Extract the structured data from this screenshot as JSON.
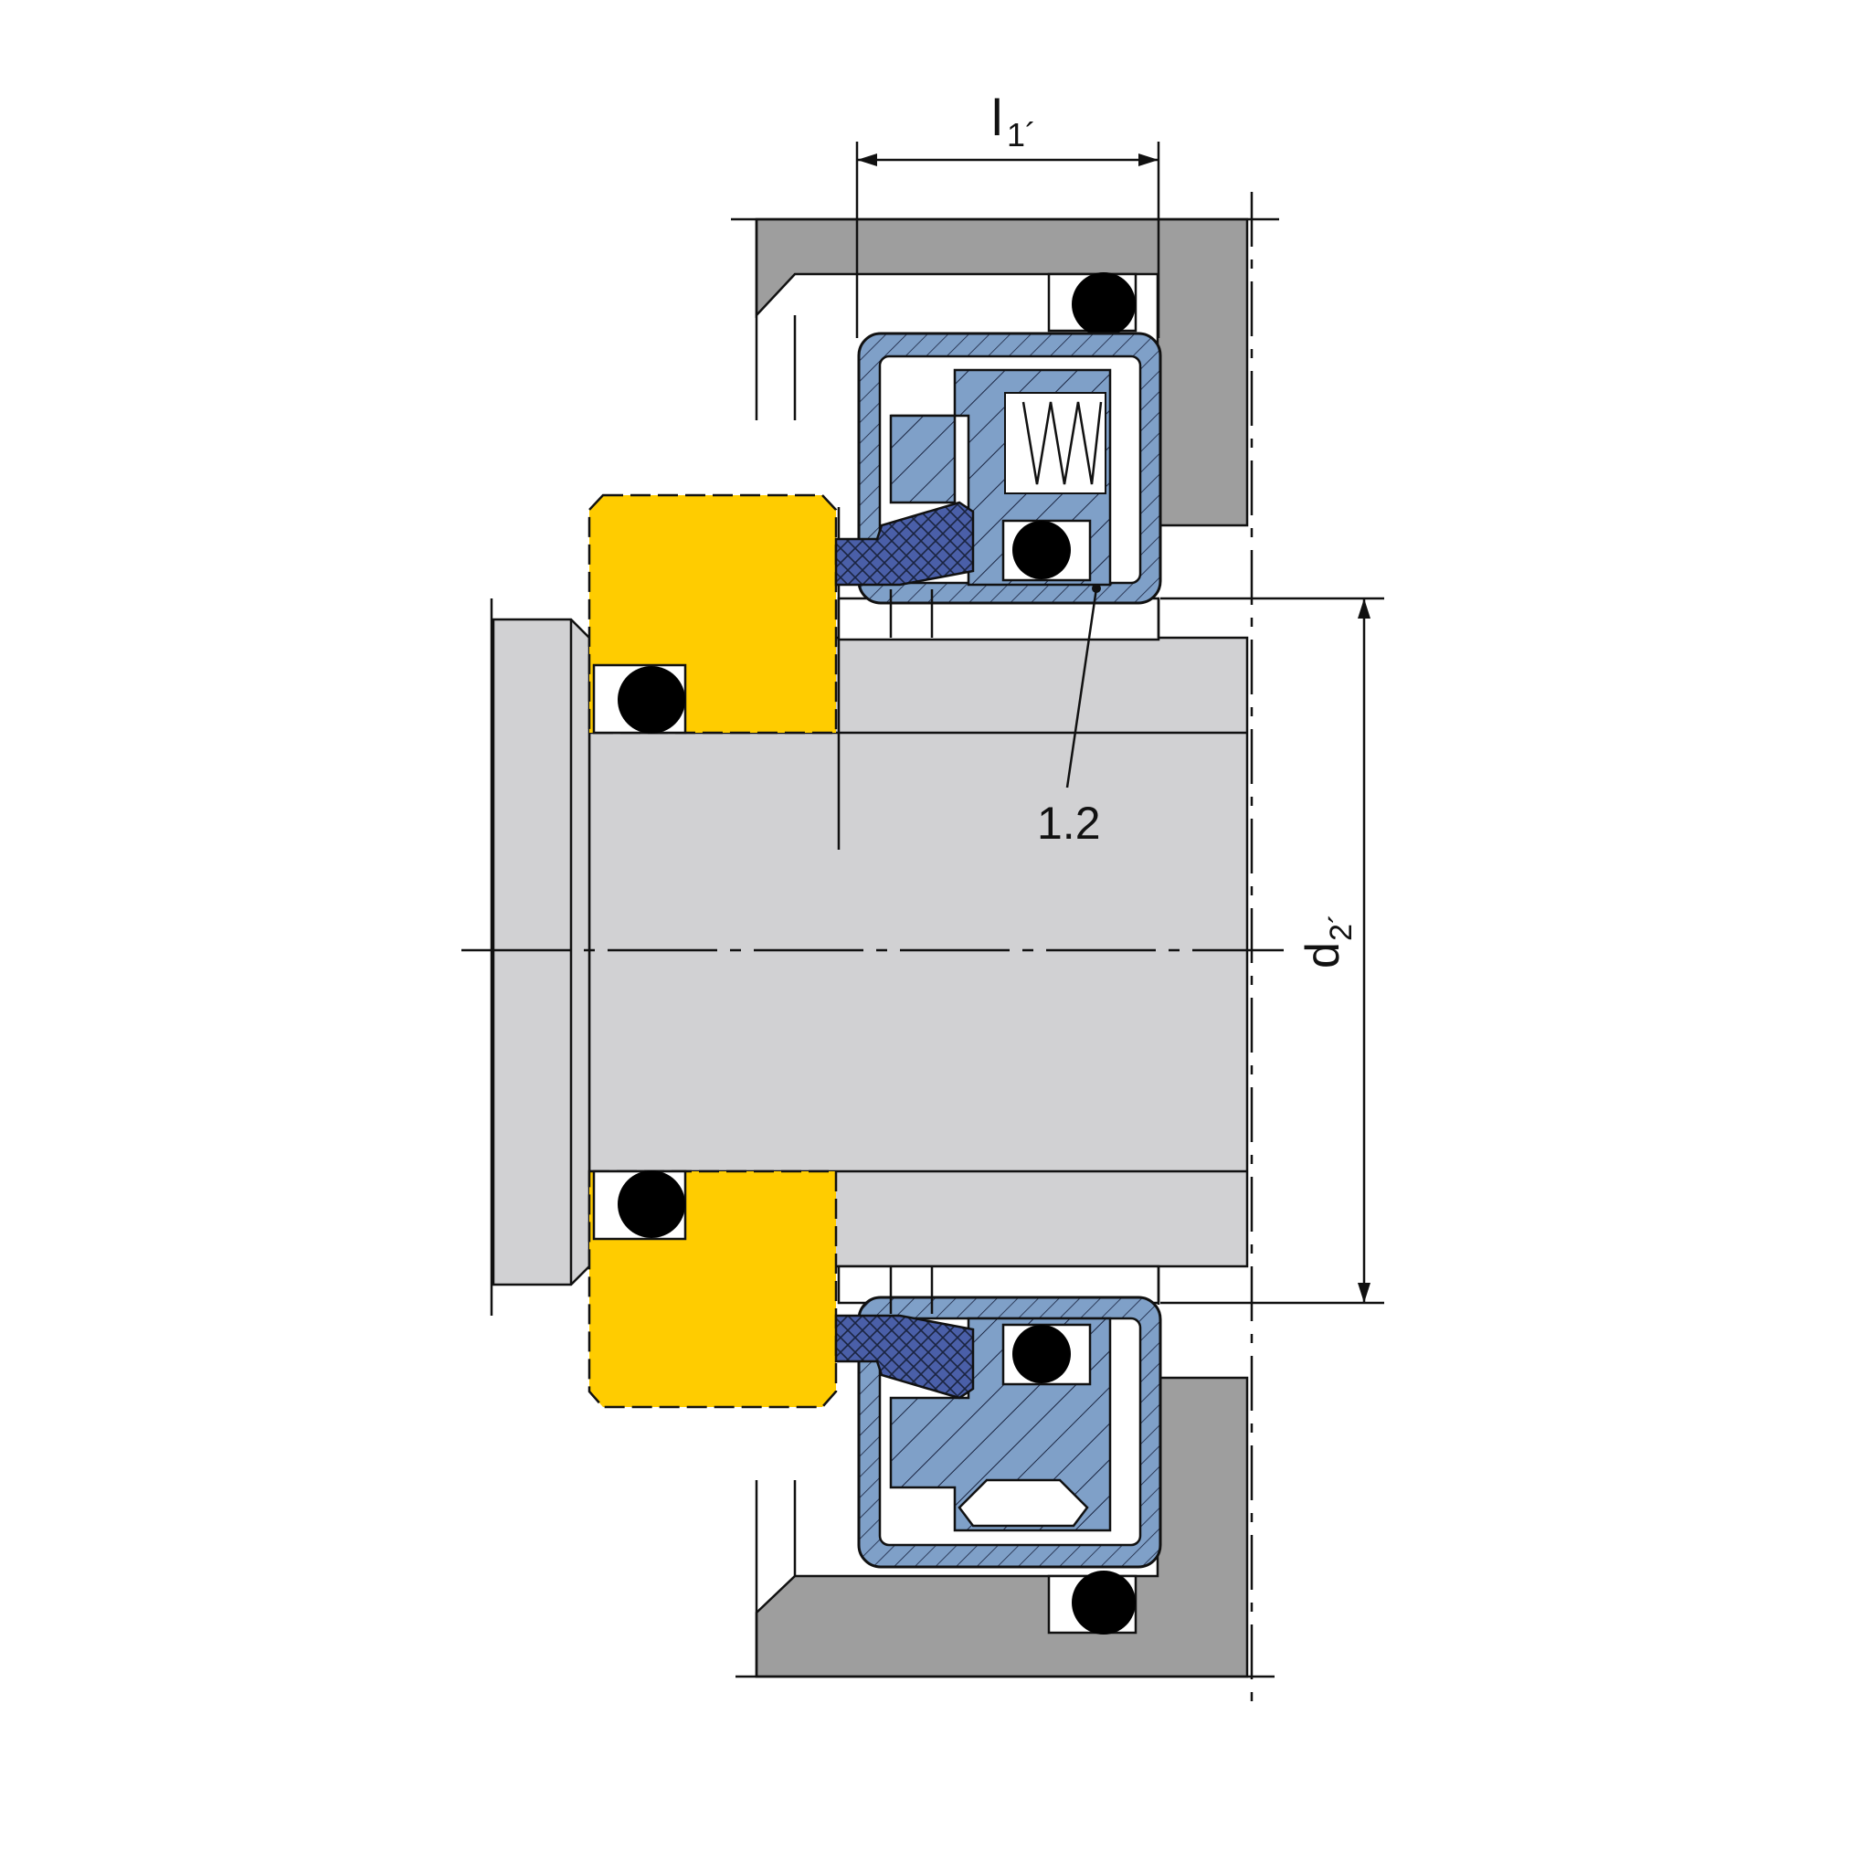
{
  "labels": {
    "l1_main": "l",
    "l1_sub": "1´",
    "d2_main": "d",
    "d2_sub": "2´",
    "part_ref": "1.2"
  },
  "colors": {
    "housing": "#9e9e9e",
    "shaft": "#d1d1d3",
    "sleeve": "#ffcc00",
    "seal_body": "#7fa0c8",
    "seal_dark": "#4a5fa8",
    "outline": "#111111"
  }
}
